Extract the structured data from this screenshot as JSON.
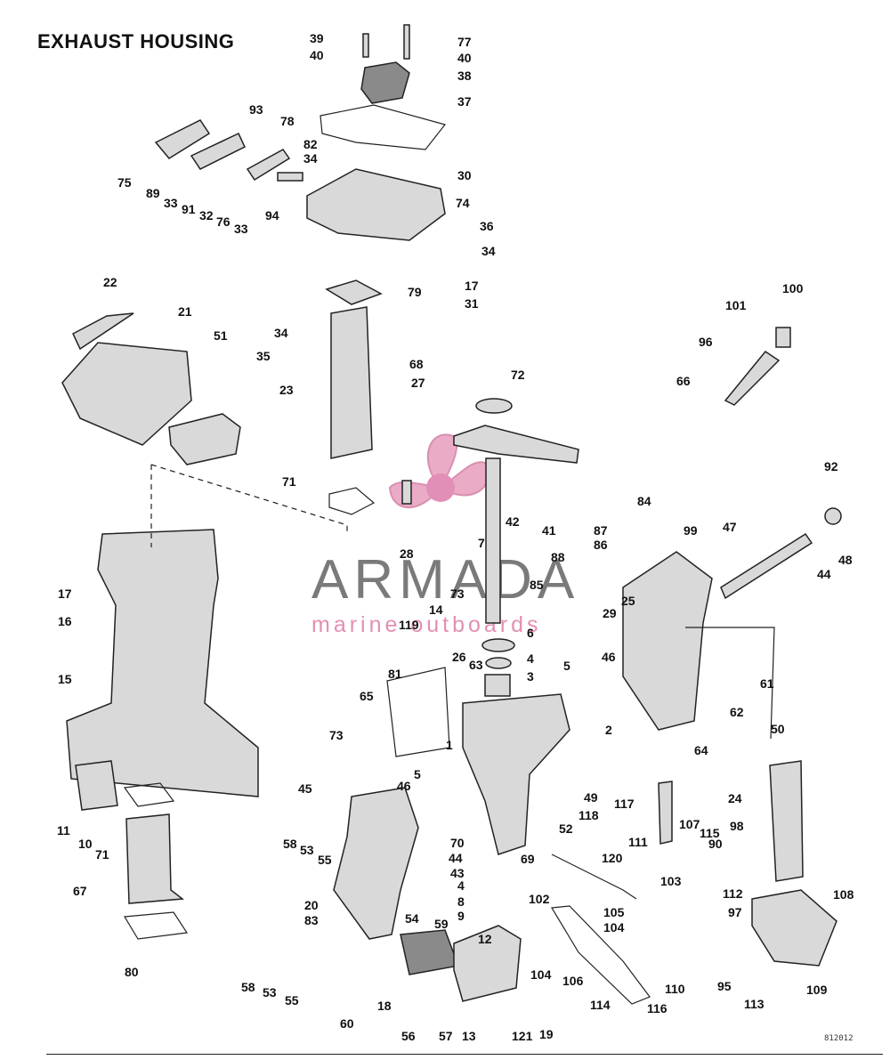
{
  "title": "EXHAUST HOUSING",
  "drawing_number": "812012",
  "watermark": {
    "name": "ARMADA",
    "tagline": "marine outboards",
    "accent_color": "#e48fb4",
    "icon": "propeller-logo"
  },
  "callouts": [
    "39",
    "77",
    "40",
    "40",
    "38",
    "37",
    "93",
    "78",
    "82",
    "34",
    "30",
    "74",
    "75",
    "89",
    "33",
    "91",
    "32",
    "76",
    "33",
    "94",
    "36",
    "34",
    "17",
    "31",
    "79",
    "22",
    "21",
    "51",
    "34",
    "35",
    "68",
    "23",
    "72",
    "27",
    "71",
    "28",
    "100",
    "101",
    "96",
    "66",
    "92",
    "84",
    "87",
    "86",
    "88",
    "85",
    "29",
    "25",
    "41",
    "42",
    "7",
    "99",
    "47",
    "48",
    "44",
    "6",
    "4",
    "3",
    "14",
    "73",
    "26",
    "63",
    "119",
    "46",
    "5",
    "2",
    "16",
    "17",
    "15",
    "81",
    "65",
    "73",
    "1",
    "62",
    "61",
    "64",
    "50",
    "24",
    "49",
    "5",
    "46",
    "45",
    "70",
    "44",
    "43",
    "118",
    "117",
    "52",
    "69",
    "98",
    "58",
    "53",
    "55",
    "11",
    "10",
    "71",
    "111",
    "103",
    "107",
    "115",
    "90",
    "120",
    "102",
    "67",
    "20",
    "54",
    "59",
    "4",
    "8",
    "9",
    "105",
    "104",
    "112",
    "97",
    "108",
    "83",
    "12",
    "80",
    "58",
    "53",
    "55",
    "18",
    "60",
    "56",
    "57",
    "13",
    "121",
    "19",
    "104",
    "106",
    "114",
    "116",
    "110",
    "95",
    "113",
    "109"
  ]
}
